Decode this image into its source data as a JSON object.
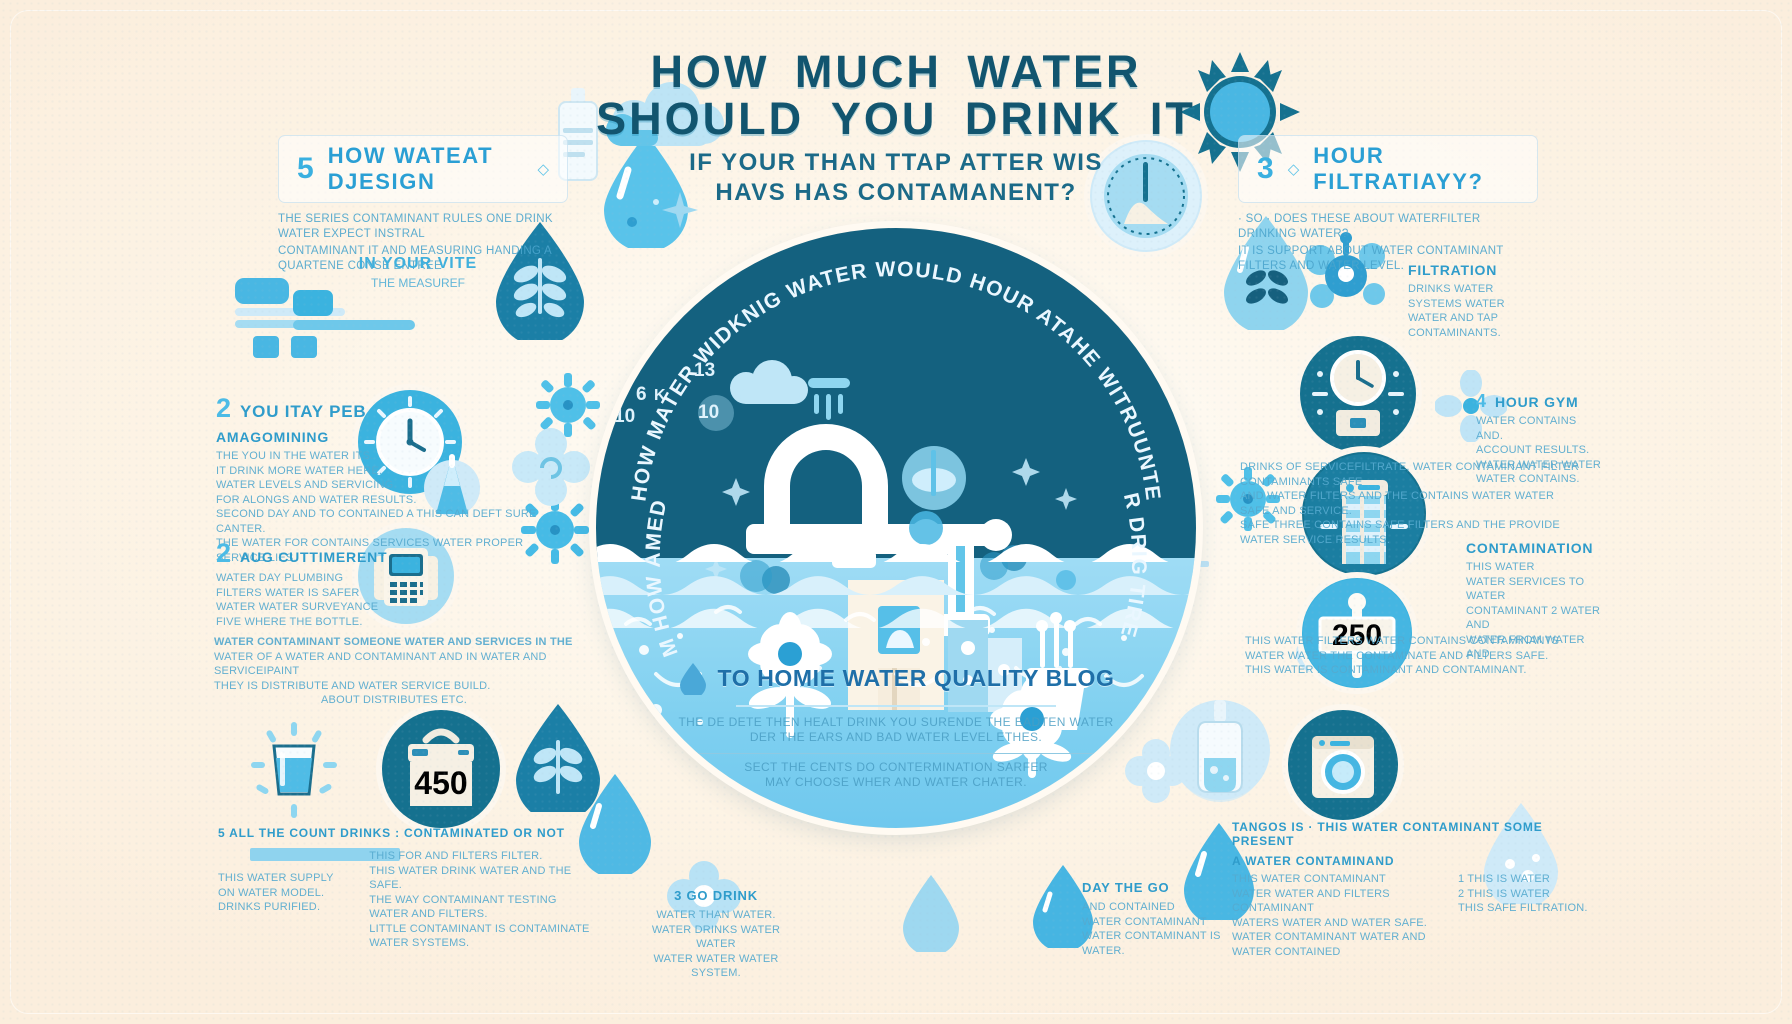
{
  "page": {
    "background_color": "#fdf6ec",
    "accent_dark": "#14617f",
    "accent_mid": "#3bb3df",
    "accent_light": "#a5dcf2"
  },
  "title": {
    "line1": "HOW  MUCH  WATER",
    "line2": "SHOULD  YOU   DRINK  IT",
    "sub1": "IF YOUR THAN TTAP ATTER WIS",
    "sub2": "HAVS HAS CONTAMANENT?"
  },
  "hero": {
    "arc_top_text": "HOW MATER WIDKNIG WATER WOULD HOUR ATAHE WITRUUNTE",
    "arc_left_text": "HOW MEIM HOW AMED WITHOUL",
    "arc_right_text": "DOYOUR DRIG TIRE WITHNY",
    "gauge_numbers": [
      "6",
      "13",
      "10",
      "10"
    ],
    "blog_title": "TO HOMIE WATER QUALITY BLOG",
    "blog_sub_line1": "THE DE DETE THEN HEALT DRINK YOU SURENDE THE EADTEN WATER",
    "blog_sub_line2": "DER THE EARS AND BAD WATER LEVEL ETHES.",
    "blog_sub_line3": "SECT THE CENTS DO CONTERMINATION SARFER",
    "blog_sub_line4": "MAY CHOOSE WHER AND WATER CHATER."
  },
  "left_panel": {
    "header": {
      "number": "5",
      "diamond": "◇",
      "text": "HOW WATEAT DJESIGN"
    },
    "header_sub_line1": "THE SERIES CONTAMINANT RULES ONE DRINK WATER EXPECT INSTRAL",
    "header_sub_line2": "CONTAMINANT IT AND MEASURING HANDING A QUARTENE CONSE ENTREE",
    "caption": {
      "title": "IN YOUR VITE",
      "sub": "THE MEASUREF"
    },
    "blocks": [
      {
        "number": "2",
        "heading": "YOU ITAY PEB",
        "subheading": "AMAGOMINING",
        "body": [
          "THE YOU IN THE WATER ITS.",
          "IT DRINK MORE WATER HERE.",
          "WATER LEVELS AND SERVICING.",
          "FOR ALONGS AND WATER RESULTS.",
          "SECOND DAY AND TO CONTAINED A THIS CAN DEFT SURE CANTER.",
          "THE WATER FOR CONTAINS SERVICES WATER PROPER SERVICE LIES."
        ]
      },
      {
        "number": "2",
        "heading": "AUG CUTTIMERENT",
        "body": [
          "WATER DAY PLUMBING",
          "FILTERS WATER IS SAFER",
          "WATER WATER SURVEYANCE",
          "FIVE WHERE THE BOTTLE."
        ]
      }
    ],
    "note_block": [
      "WATER CONTAMINANT SOMEONE WATER AND SERVICES IN THE",
      "WATER OF A WATER AND CONTAMINANT AND IN WATER AND SERVICEIPAINT",
      "THEY IS DISTRIBUTE AND WATER SERVICE BUILD.",
      "ABOUT DISTRIBUTES ETC."
    ],
    "bottom": {
      "headline": "5 ALL THE COUNT DRINKS : CONTAMINATED OR NOT",
      "col1": [
        "THIS WATER SUPPLY",
        "ON WATER MODEL.",
        "DRINKS PURIFIED."
      ],
      "col2": [
        "THIS FOR AND FILTERS FILTER.",
        "THIS WATER DRINK WATER AND THE SAFE.",
        "THE WAY CONTAMINANT TESTING WATER AND FILTERS.",
        "LITTLE CONTAMINANT IS CONTAMINATE WATER SYSTEMS."
      ]
    },
    "tag_number": "450"
  },
  "right_panel": {
    "header": {
      "number": "3",
      "diamond": "◇",
      "text": "HOUR FILTRATIAYY?"
    },
    "header_sub_line1": "· SO · DOES THESE ABOUT WATERFILTER DRINKING WATER?",
    "header_sub_line2": "IT IS SUPPORT ABOUT WATER CONTAMINANT FILTERS AND WATER LEVEL.",
    "blocks": [
      {
        "heading": "FILTRATION",
        "body": [
          "DRINKS WATER",
          "SYSTEMS WATER",
          "WATER AND TAP",
          "CONTAMINANTS."
        ]
      },
      {
        "number": "4",
        "heading": "HOUR GYM",
        "body": [
          "WATER CONTAINS AND.",
          "ACCOUNT RESULTS.",
          "WATER WATER WATER",
          "WATER CONTAINS."
        ]
      },
      {
        "heading": "CONTAMINATION",
        "body": [
          "THIS WATER",
          "WATER SERVICES TO WATER",
          "CONTAMINANT 2 WATER AND",
          "WATER FROM WATER AND"
        ]
      }
    ],
    "note_block1": [
      "DRINKS OF SERVICEFILTRATE, WATER CONTAMINANT FILTER CONTAMINANTS SAFE",
      "AND WATER FILTERS AND THE CONTAINS WATER WATER SAFE AND SERVICE.",
      "SAFE THREE CONTAINS SAFE FILTERS AND THE PROVIDE WATER SERVICE RESULTS."
    ],
    "note_block2": [
      "THIS WATER FILTERS WATER CONTAINS CONTAMINANTS",
      "WATER WATER THE CONTAMINATE AND FILTERS SAFE.",
      "THIS WATER IS CONTAMINANT AND CONTAMINANT."
    ],
    "sign_number": "250",
    "bottom": {
      "headline": "TANGOS IS · THIS WATER CONTAMINANT SOME PRESENT",
      "subhead": "A WATER CONTAMINAND",
      "col1": [
        "THIS WATER CONTAMINANT",
        "WATER WATER AND FILTERS CONTAMINANT",
        "WATERS WATER AND WATER SAFE.",
        "WATER CONTAMINANT WATER AND WATER CONTAINED"
      ],
      "col2": [
        "1  THIS IS WATER",
        "2  THIS IS WATER",
        "THIS SAFE FILTRATION."
      ]
    }
  },
  "bottom_strip": {
    "left_label": "3 GO DRINK",
    "left_body": [
      "WATER THAN WATER.",
      "WATER DRINKS WATER WATER",
      "WATER WATER WATER SYSTEM."
    ],
    "right_label": "DAY THE GO",
    "right_body": [
      "AND CONTAINED",
      "WATER CONTAMINANT",
      "WATER CONTAMINANT IS WATER."
    ]
  },
  "icons": {
    "sun": "sun-icon",
    "clock": "clock-icon",
    "leaf_drop": "leaf-drop-icon",
    "flower": "flower-icon",
    "washing_machine": "washing-machine-icon",
    "glass": "water-glass-icon",
    "price_tag": "price-tag-icon",
    "sign": "sign-post-icon",
    "molecule": "molecule-icon",
    "filter_cartridge": "filter-cartridge-icon",
    "bottle": "bottle-icon",
    "cloud": "cloud-icon",
    "droplet": "water-droplet-icon",
    "gear": "gear-icon",
    "faucet": "faucet-icon",
    "test_tube": "test-tube-icon"
  }
}
